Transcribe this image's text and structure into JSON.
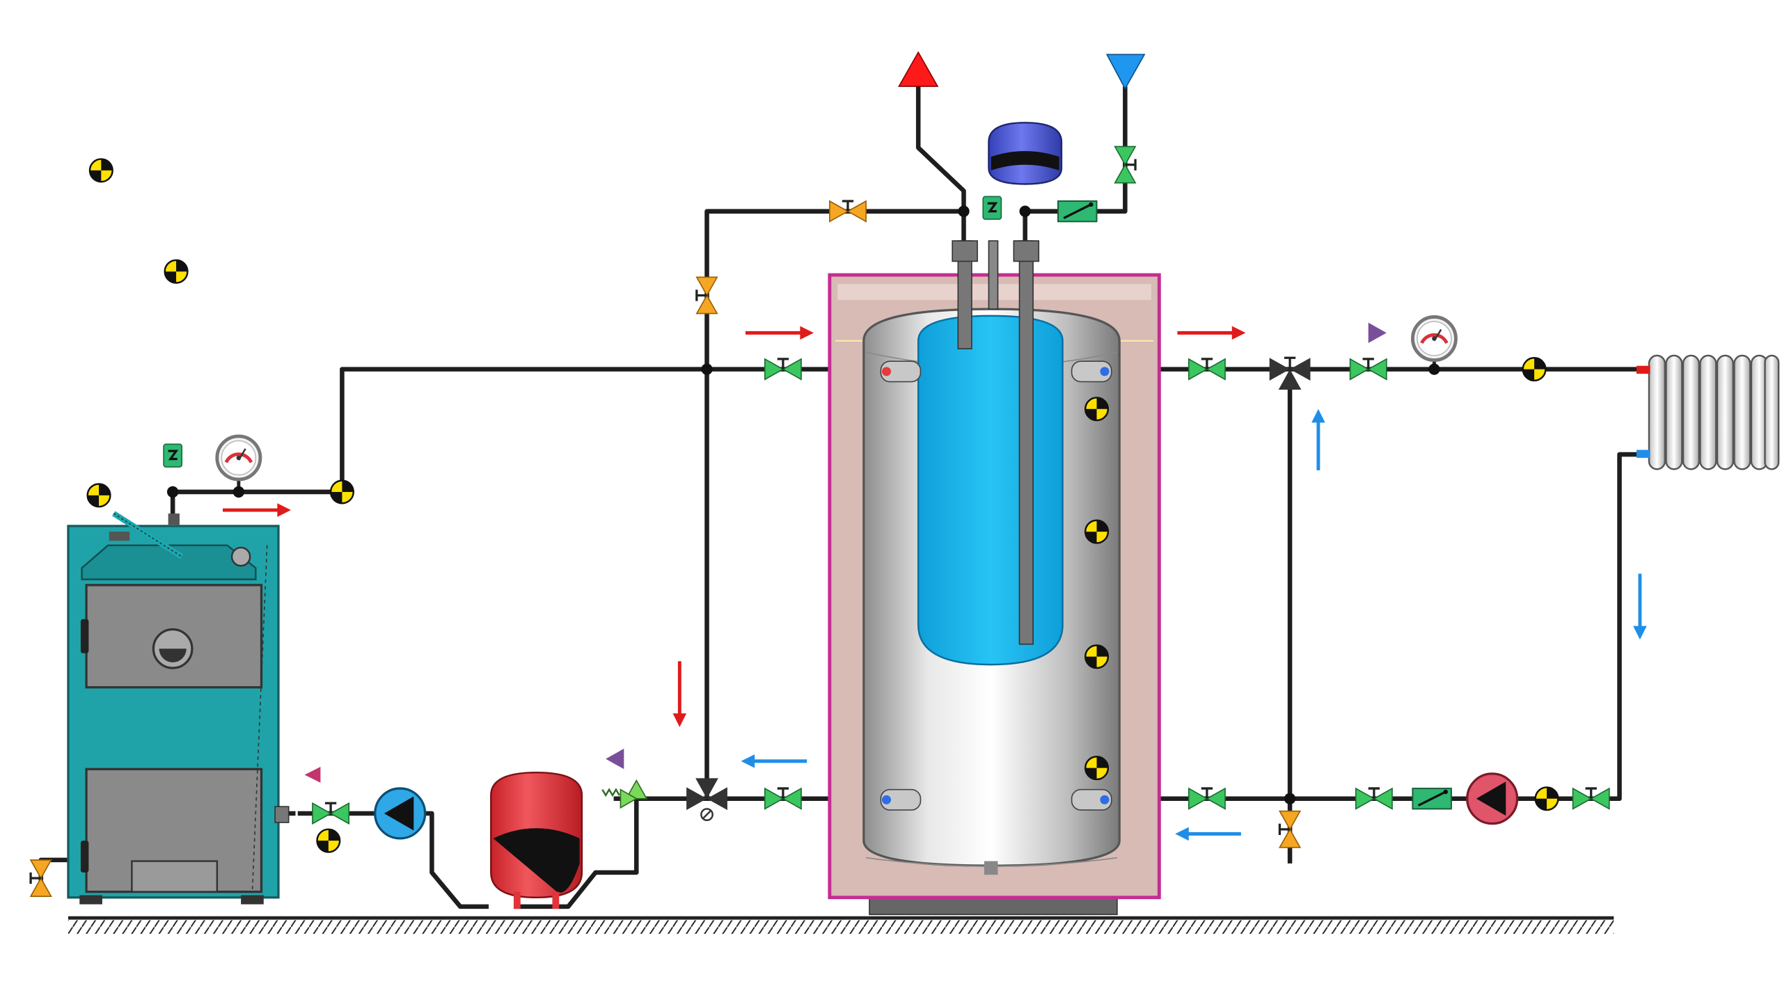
{
  "diagram": {
    "kind": "heating-system-schematic",
    "has_text_labels": false,
    "colors": {
      "pipe": "#1e1e1e",
      "boiler_body": "#1fa3a8",
      "boiler_panel": "#8a8a8a",
      "tank_shell": "#c9c9c9",
      "tank_inner_water": "#19b6ee",
      "insulation": "#d7bbb4",
      "insulation_border": "#c42d91",
      "expansion_vessel_red": "#e2343a",
      "expansion_vessel_blue": "#4b56d6",
      "valve_green": "#3cc65f",
      "valve_orange": "#f5a623",
      "hot_arrow": "#e01b1b",
      "cold_arrow": "#1f8ee8",
      "mixed_arrow": "#7a4f9a",
      "pump_blue": "#2ea8e6",
      "pump_red": "#e0556a",
      "air_vent_green": "#2eb872",
      "supply_triangle": "#ff1a1a",
      "cold_inlet_triangle": "#1f97f0",
      "sensor_yellow": "#ffe100"
    },
    "components": [
      {
        "name": "solid-fuel-boiler",
        "icon": "boiler-icon"
      },
      {
        "name": "buffer-tank-with-dhw-coil",
        "icon": "tank-icon"
      },
      {
        "name": "heating-expansion-vessel",
        "icon": "expansion-vessel-icon"
      },
      {
        "name": "dhw-expansion-vessel",
        "icon": "expansion-vessel-icon"
      },
      {
        "name": "boiler-circulation-pump",
        "icon": "pump-icon"
      },
      {
        "name": "heating-circulation-pump",
        "icon": "pump-icon"
      },
      {
        "name": "three-way-mixing-valve-boiler",
        "icon": "three-way-valve-icon"
      },
      {
        "name": "three-way-mixing-valve-heating",
        "icon": "three-way-valve-icon"
      },
      {
        "name": "radiator",
        "icon": "radiator-icon"
      },
      {
        "name": "thermomanometer-boiler",
        "icon": "gauge-icon"
      },
      {
        "name": "thermomanometer-heating",
        "icon": "gauge-icon"
      },
      {
        "name": "hot-water-outlet",
        "icon": "triangle-up-icon"
      },
      {
        "name": "cold-water-inlet",
        "icon": "triangle-down-icon"
      }
    ]
  }
}
